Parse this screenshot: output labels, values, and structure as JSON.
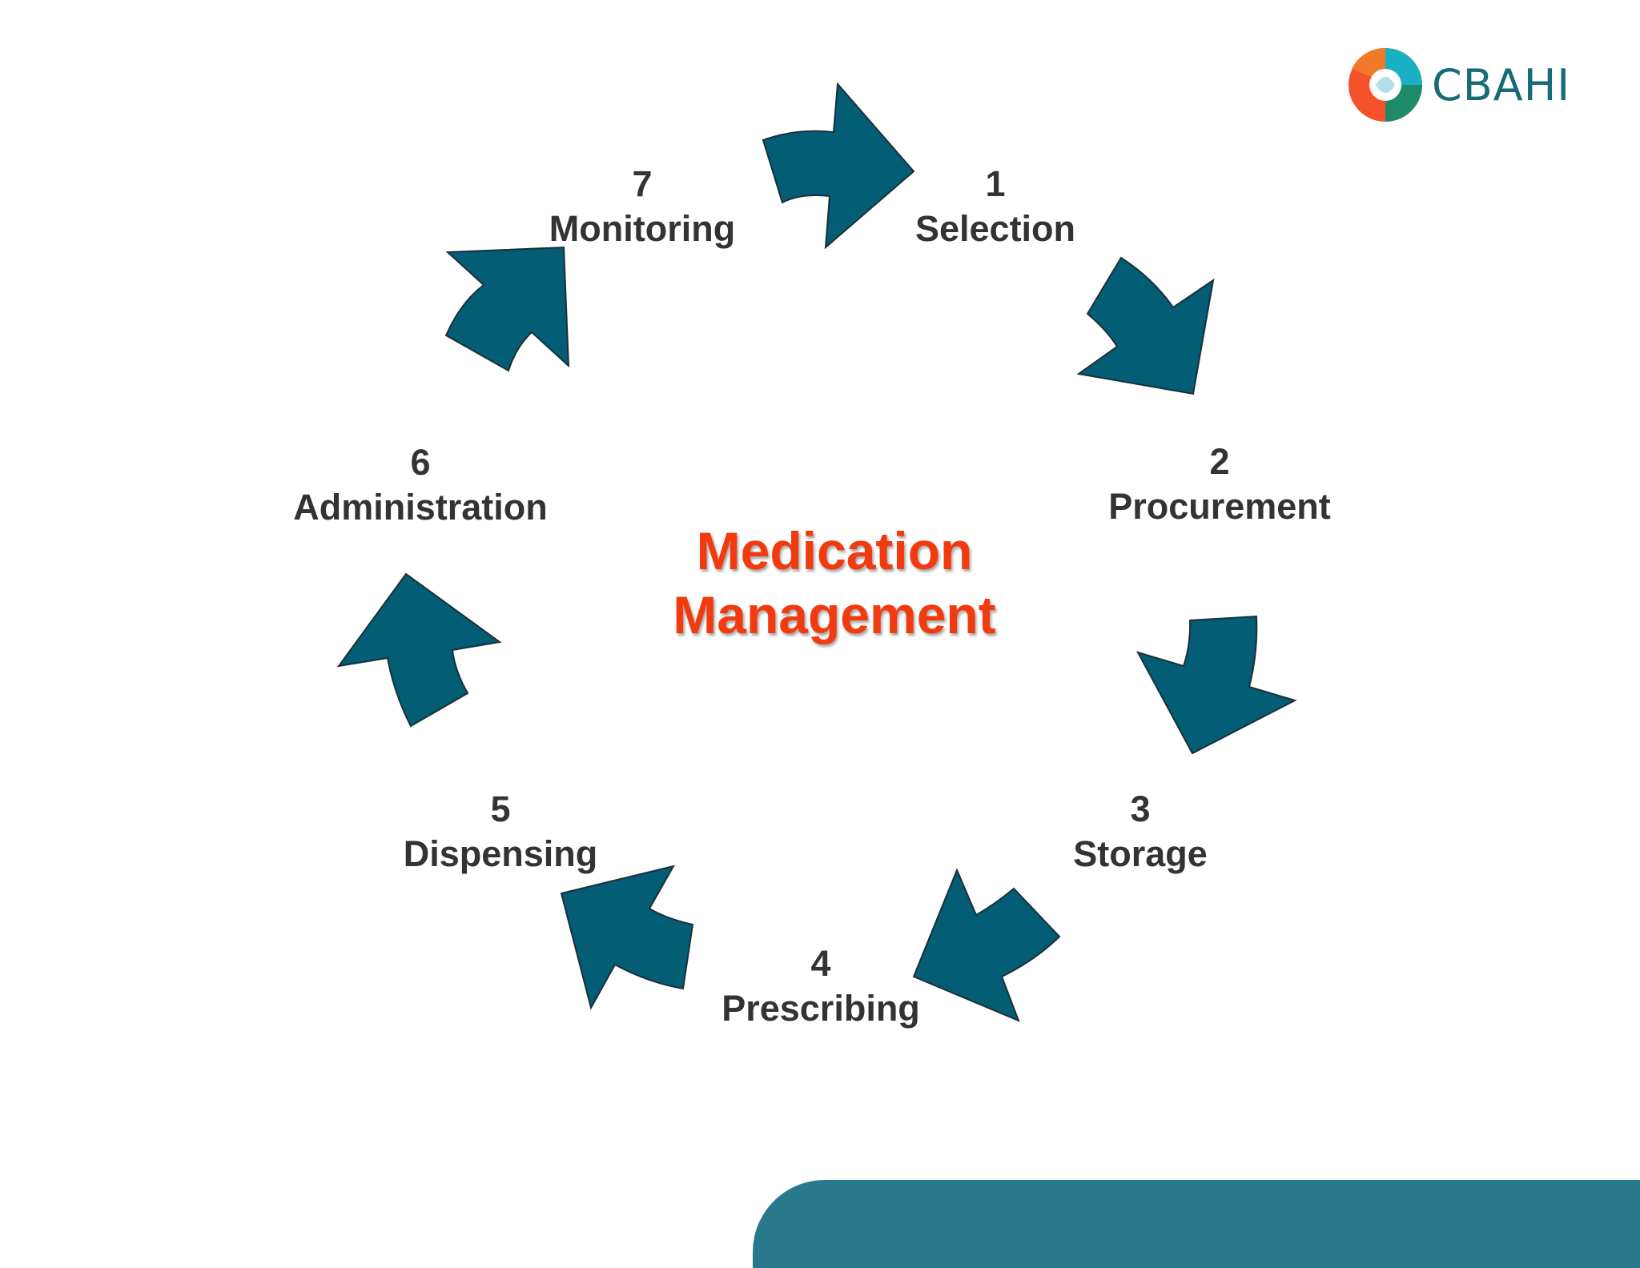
{
  "brand": {
    "name": "CBAHI",
    "text_color": "#176b78",
    "ring_colors": [
      "#f5512b",
      "#1ab0c4",
      "#1f8a6a",
      "#e8402a"
    ]
  },
  "title": {
    "line1": "Medication",
    "line2": "Management",
    "color": "#f23a0f"
  },
  "steps": [
    {
      "number": "1",
      "label": "Selection"
    },
    {
      "number": "2",
      "label": "Procurement"
    },
    {
      "number": "3",
      "label": "Storage"
    },
    {
      "number": "4",
      "label": "Prescribing"
    },
    {
      "number": "5",
      "label": "Dispensing"
    },
    {
      "number": "6",
      "label": "Administration"
    },
    {
      "number": "7",
      "label": "Monitoring"
    }
  ],
  "arrow_color": "#025d75",
  "footer_color": "#27798b"
}
